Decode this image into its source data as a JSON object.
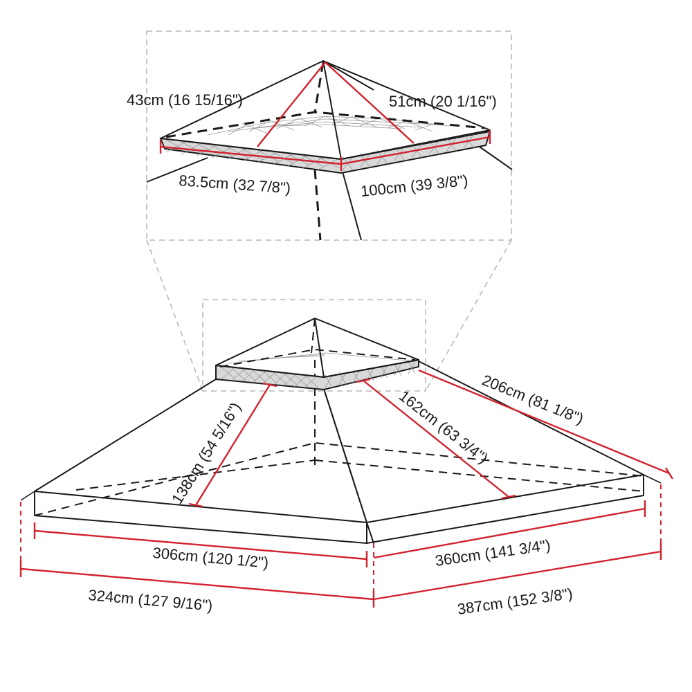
{
  "labels": {
    "top_slant_left": "43cm (16 15/16\")",
    "top_slant_right": "51cm (20 1/16\")",
    "top_width_left": "83.5cm (32 7/8\")",
    "top_width_right": "100cm (39 3/8\")",
    "roof_edge_right": "206cm (81 1/8\")",
    "roof_slant_right": "162cm (63 3/4\")",
    "roof_slant_left": "138cm (54 5/16\")",
    "frame_width_left": "306cm (120 1/2\")",
    "frame_width_right": "360cm (141 3/4\")",
    "overall_width_left": "324cm (127 9/16\")",
    "overall_width_right": "387cm (152 3/8\")"
  },
  "colors": {
    "dimension": "#d2222d",
    "outline": "#1a1a1a",
    "zoom_box": "#b8b8b8",
    "net": "#9a9a9a"
  }
}
